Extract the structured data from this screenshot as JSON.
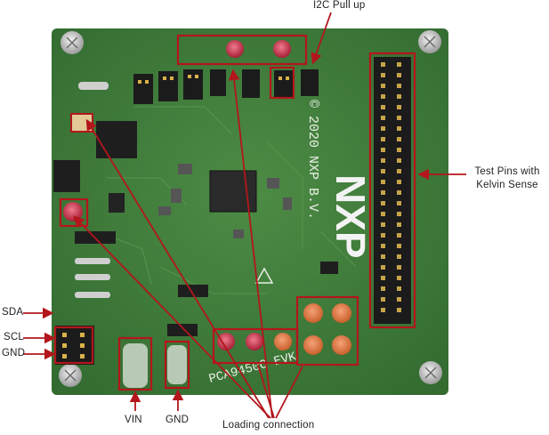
{
  "figure": {
    "labels": {
      "i2c_pullup": "I2C Pull up",
      "test_pins_line1": "Test Pins with",
      "test_pins_line2": "Kelvin Sense",
      "sda": "SDA",
      "scl": "SCL",
      "gnd_left": "GND",
      "vin": "VIN",
      "gnd_bottom": "GND",
      "loading_connection": "Loading connection"
    },
    "board_silkscreen": {
      "copyright": "© 2020 NXP B.V.",
      "logo_text": "NXP",
      "board_name": "PCA9450C-EVK"
    },
    "colors": {
      "pcb_green": "#3f7a3a",
      "annotation_red": "#b3161b",
      "header_black": "#1b1b1b",
      "loading_post_orange": "#e07a43",
      "pin_red": "#c9304a"
    }
  }
}
